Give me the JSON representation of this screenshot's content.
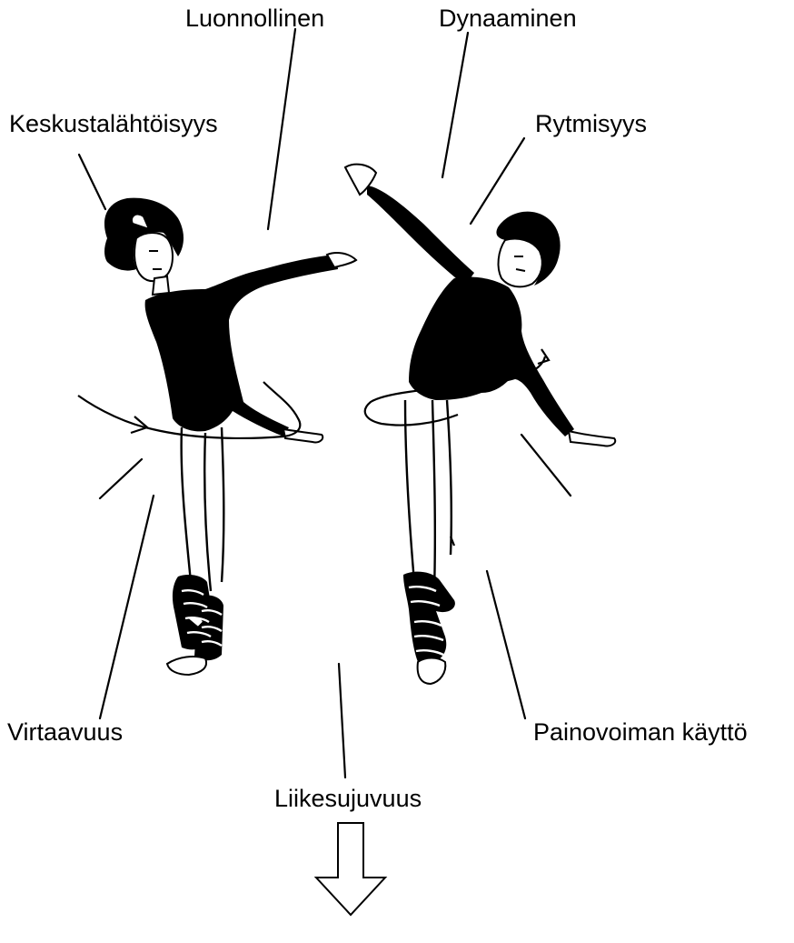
{
  "labels": {
    "luonnollinen": "Luonnollinen",
    "dynaaminen": "Dynaaminen",
    "keskustalahtoisyys": "Keskustalähtöisyys",
    "rytmisyys": "Rytmisyys",
    "virtaavuus": "Virtaavuus",
    "painovoiman_kaytto": "Painovoiman käyttö",
    "liikesujuvuus": "Liikesujuvuus"
  },
  "colors": {
    "ink": "#000000",
    "background": "#ffffff"
  },
  "icons": {
    "left_figure": "dancer-left-icon",
    "right_figure": "dancer-right-icon",
    "result_arrow": "down-arrow-icon"
  }
}
